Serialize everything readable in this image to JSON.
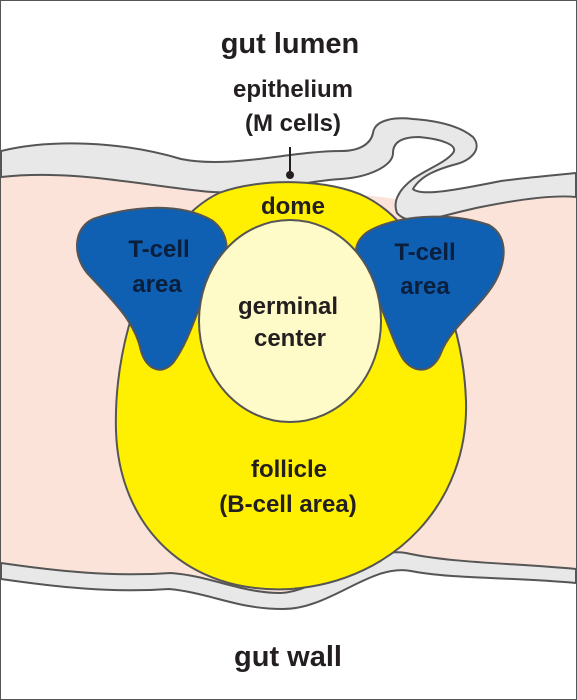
{
  "labels": {
    "gut_lumen": "gut lumen",
    "epithelium_line1": "epithelium",
    "epithelium_line2": "(M cells)",
    "dome": "dome",
    "tcell_left_line1": "T-cell",
    "tcell_left_line2": "area",
    "tcell_right_line1": "T-cell",
    "tcell_right_line2": "area",
    "germinal_line1": "germinal",
    "germinal_line2": "center",
    "follicle_line1": "follicle",
    "follicle_line2": "(B-cell area)",
    "gut_wall": "gut wall"
  },
  "colors": {
    "tissue": "#fbe3da",
    "epithelium": "#e8e8e8",
    "outline": "#555555",
    "follicle": "#ffef00",
    "germinal_center": "#fffbc8",
    "tcell_area": "#0f5fb3"
  }
}
